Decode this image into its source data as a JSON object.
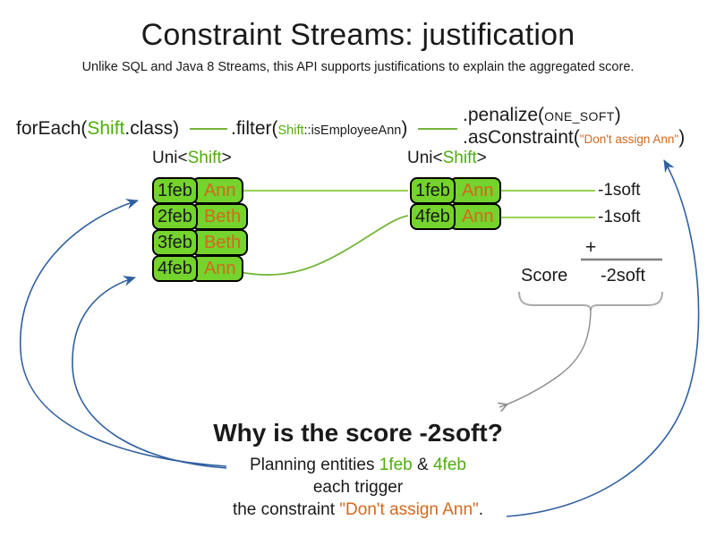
{
  "colors": {
    "green_fill": "#74d32c",
    "green_text": "#4fae0c",
    "orange_text": "#d2691e",
    "blue_arrow": "#30609f",
    "gray_line": "#8c8c8c",
    "light_green_line": "#9ed45f",
    "medium_green_line": "#74b539"
  },
  "header": {
    "title": "Constraint Streams: justification",
    "subtitle": "Unlike SQL and Java 8 Streams, this API supports justifications to explain the aggregated score."
  },
  "code": {
    "foreach": {
      "pre": "forEach(",
      "type": "Shift",
      "post": ".class)"
    },
    "filter": {
      "pre": ".filter(",
      "type": "Shift",
      "post": "::isEmployeeAnn",
      "close": ")"
    },
    "penalize": {
      "pre": ".penalize(",
      "arg": "ONE_SOFT",
      "close": ")"
    },
    "as_constraint": {
      "pre": ".asConstraint(",
      "arg": "\"Don't assign Ann\"",
      "close": ")"
    }
  },
  "streams": {
    "left": {
      "header_pre": "Uni<",
      "header_type": "Shift",
      "header_post": ">",
      "rows": [
        {
          "date": "1feb",
          "name": "Ann"
        },
        {
          "date": "2feb",
          "name": "Beth"
        },
        {
          "date": "3feb",
          "name": "Beth"
        },
        {
          "date": "4feb",
          "name": "Ann"
        }
      ]
    },
    "right": {
      "header_pre": "Uni<",
      "header_type": "Shift",
      "header_post": ">",
      "rows": [
        {
          "date": "1feb",
          "name": "Ann"
        },
        {
          "date": "4feb",
          "name": "Ann"
        }
      ]
    }
  },
  "scores": {
    "items": [
      "-1soft",
      "-1soft"
    ],
    "plus": "+",
    "label": "Score",
    "total": "-2soft"
  },
  "explanation": {
    "heading": "Why is the score -2soft?",
    "line1": {
      "pre": "Planning entities ",
      "entity1": "1feb",
      "amp": " & ",
      "entity2": "4feb"
    },
    "line2": "each trigger",
    "line3": {
      "pre": "the constraint ",
      "constraint": "\"Don't assign Ann\"",
      "post": "."
    }
  }
}
